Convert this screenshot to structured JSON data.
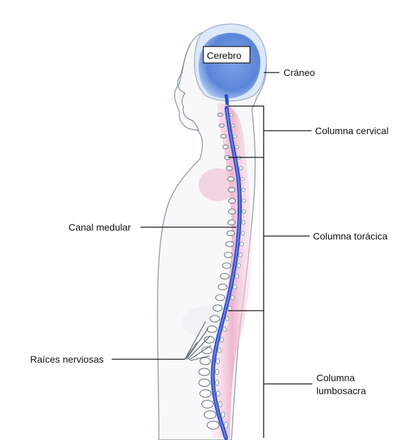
{
  "labels": {
    "brain": "Cerebro",
    "skull": "Cráneo",
    "cervical": "Columna cervical",
    "canal": "Canal medular",
    "thoracic": "Columna torácica",
    "roots": "Raíces nerviosas",
    "lumbosacral_line1": "Columna",
    "lumbosacral_line2": "lumbosacra"
  },
  "colors": {
    "brain": "#5b86d8",
    "spinal_cord": "#2f4fd0",
    "soft_tissue": "#f3c3d8",
    "body_outline": "#8fa0a8"
  }
}
